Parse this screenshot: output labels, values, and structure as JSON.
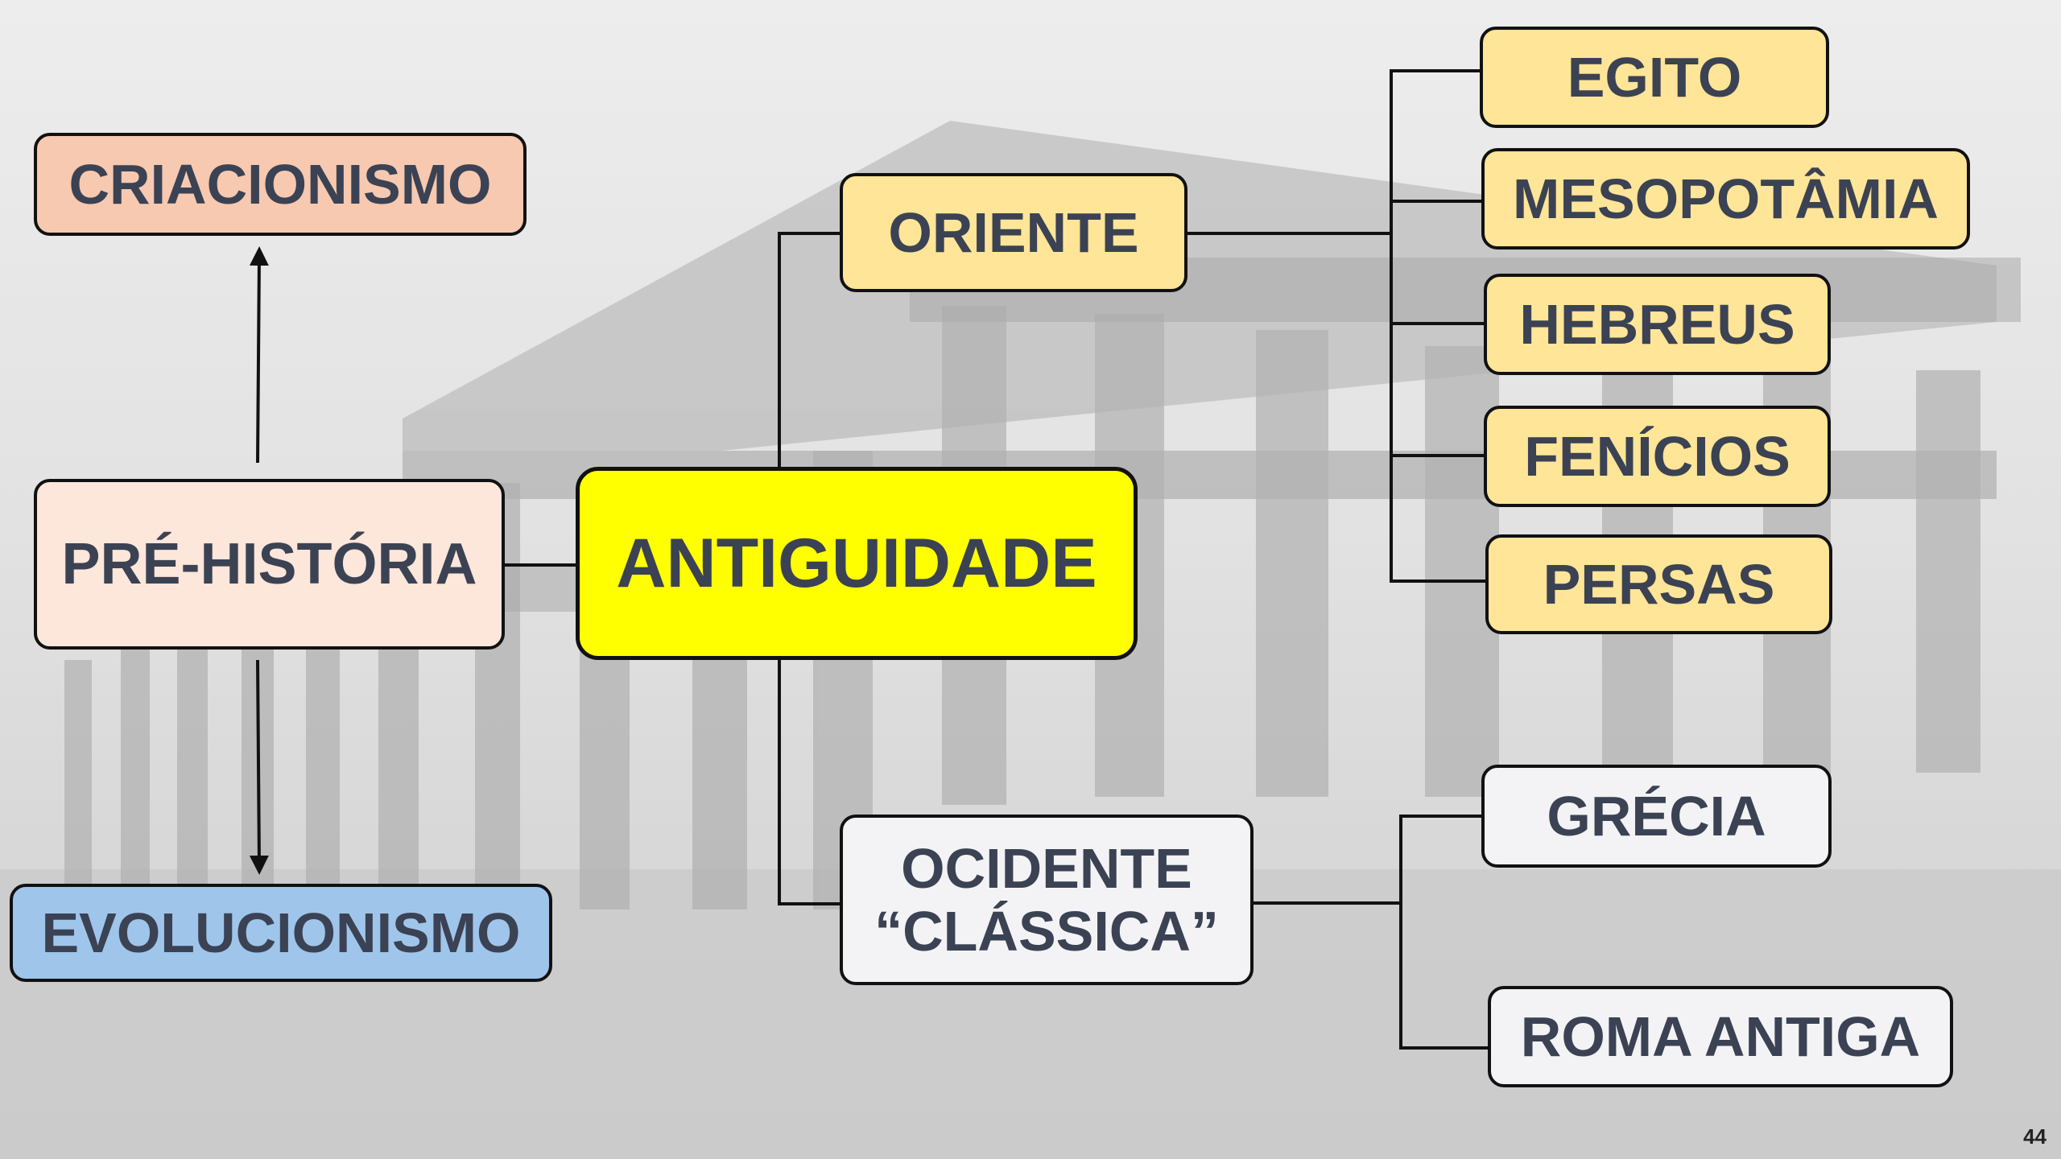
{
  "colors": {
    "central": "#ffff00",
    "oriente_group": "#ffe597",
    "ocidente_group": "#f3f3f5",
    "criacionismo": "#f6c9b0",
    "pre_historia": "#fde6da",
    "evolucionismo": "#9fc5eb",
    "text": "#3b4253",
    "border": "#111111"
  },
  "nodes": {
    "criacionismo": "CRIACIONISMO",
    "pre_historia": "PRÉ-HISTÓRIA",
    "evolucionismo": "EVOLUCIONISMO",
    "antiguidade": "ANTIGUIDADE",
    "oriente": "ORIENTE",
    "ocidente_line1": "OCIDENTE",
    "ocidente_line2": "“CLÁSSICA”",
    "egito": "EGITO",
    "mesopotamia": "MESOPOTÂMIA",
    "hebreus": "HEBREUS",
    "fenicios": "FENÍCIOS",
    "persas": "PERSAS",
    "grecia": "GRÉCIA",
    "roma": "ROMA ANTIGA"
  },
  "page_number": "44"
}
